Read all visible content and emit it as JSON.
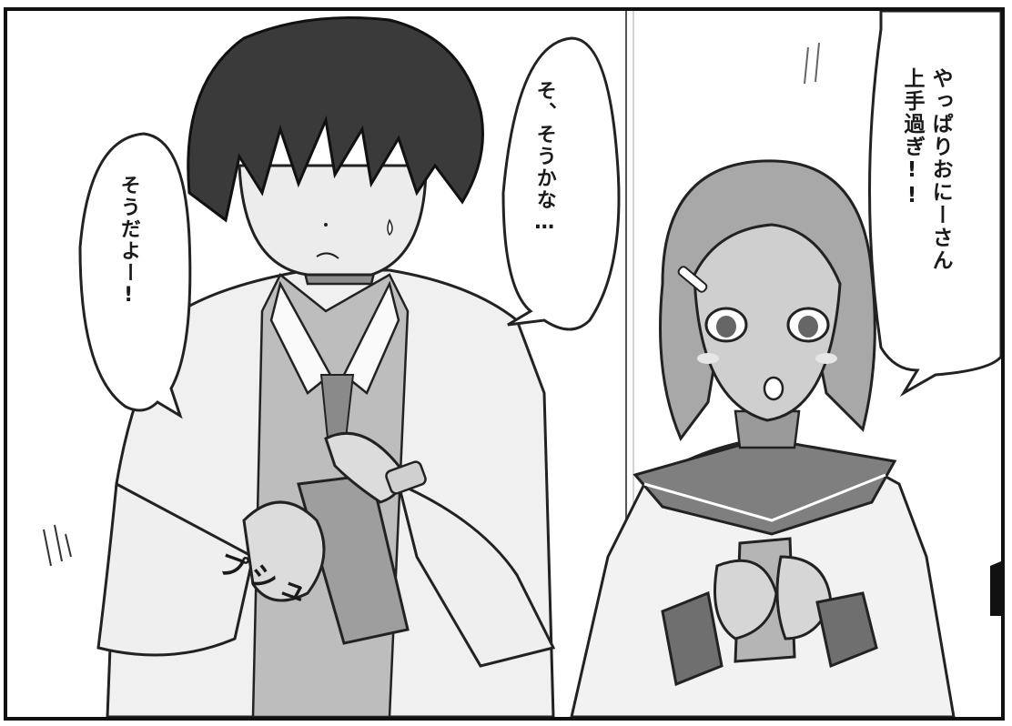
{
  "panel": {
    "dialogue": {
      "girl": "やっぱりおにーさん\n上手過ぎ!!",
      "boy": "そ、そうかな…",
      "girl_reply": "そうだよー!"
    },
    "sfx": "プシュ"
  }
}
